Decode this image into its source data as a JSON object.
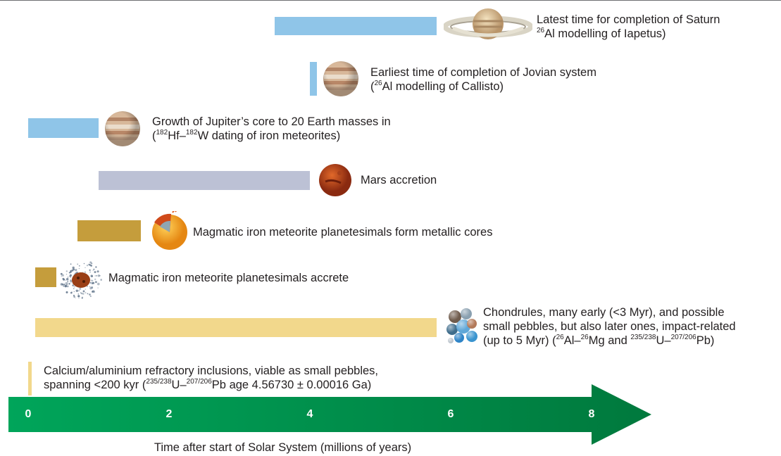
{
  "events": [
    {
      "id": "saturn",
      "start": 3.5,
      "end": 5.8,
      "color": "#8fc5e8",
      "icon": "saturn-icon",
      "lines": [
        [
          "Latest time for completion of Saturn"
        ],
        [
          {
            "sup": "26"
          },
          "Al modelling of Iapetus)"
        ]
      ]
    },
    {
      "id": "jovian",
      "start": 4.0,
      "end": 4.1,
      "color": "#8fc5e8",
      "icon": "jupiter-icon",
      "lines": [
        [
          "Earliest time of completion of Jovian system"
        ],
        [
          "(",
          {
            "sup": "26"
          },
          "Al modelling of Callisto)"
        ]
      ]
    },
    {
      "id": "jupiter-core",
      "start": 0.0,
      "end": 1.0,
      "color": "#8fc5e8",
      "icon": "jupiter-icon",
      "lines": [
        [
          "Growth of Jupiter’s core to 20 Earth masses in"
        ],
        [
          "(",
          {
            "sup": "182"
          },
          "Hf–",
          {
            "sup": "182"
          },
          "W dating of iron meteorites)"
        ]
      ]
    },
    {
      "id": "mars",
      "start": 1.0,
      "end": 4.0,
      "color": "#bcc1d5",
      "icon": "mars-icon",
      "lines": [
        [
          "Mars accretion"
        ]
      ]
    },
    {
      "id": "cores",
      "start": 0.7,
      "end": 1.6,
      "color": "#c59d3c",
      "icon": "planetesimal-core-icon",
      "lines": [
        [
          "Magmatic iron meteorite planetesimals form metallic cores"
        ]
      ]
    },
    {
      "id": "accrete",
      "start": 0.1,
      "end": 0.4,
      "color": "#c59d3c",
      "icon": "planetesimal-cloud-icon",
      "lines": [
        [
          "Magmatic iron meteorite planetesimals accrete"
        ]
      ]
    },
    {
      "id": "chondrules",
      "start": 0.1,
      "end": 5.8,
      "color": "#f2d88c",
      "icon": "chondrules-icon",
      "lines": [
        [
          "Chondrules, many early (<3 Myr), and possible"
        ],
        [
          "small pebbles, but also later ones, impact-related"
        ],
        [
          "(up to 5 Myr)  (",
          {
            "sup": "26"
          },
          "Al–",
          {
            "sup": "26"
          },
          "Mg and ",
          {
            "sup": "235/238"
          },
          "U–",
          {
            "sup": "207/206"
          },
          "Pb)"
        ]
      ]
    },
    {
      "id": "cai",
      "start": 0.0,
      "end": 0.05,
      "color": "#f2d88c",
      "icon": "",
      "lines": [
        [
          "Calcium/aluminium refractory inclusions, viable as small pebbles,"
        ],
        [
          "spanning <200 kyr (",
          {
            "sup": "235/238"
          },
          "U–",
          {
            "sup": "207/206"
          },
          "Pb age 4.56730 ± 0.00016 Ga)"
        ]
      ]
    }
  ],
  "axis": {
    "ticks": [
      "0",
      "2",
      "4",
      "6",
      "8"
    ],
    "tick_values": [
      0,
      2,
      4,
      6,
      8
    ],
    "title": "Time after start of Solar System (millions of years)",
    "arrow_colors": [
      "#00a55a",
      "#00793d"
    ]
  }
}
